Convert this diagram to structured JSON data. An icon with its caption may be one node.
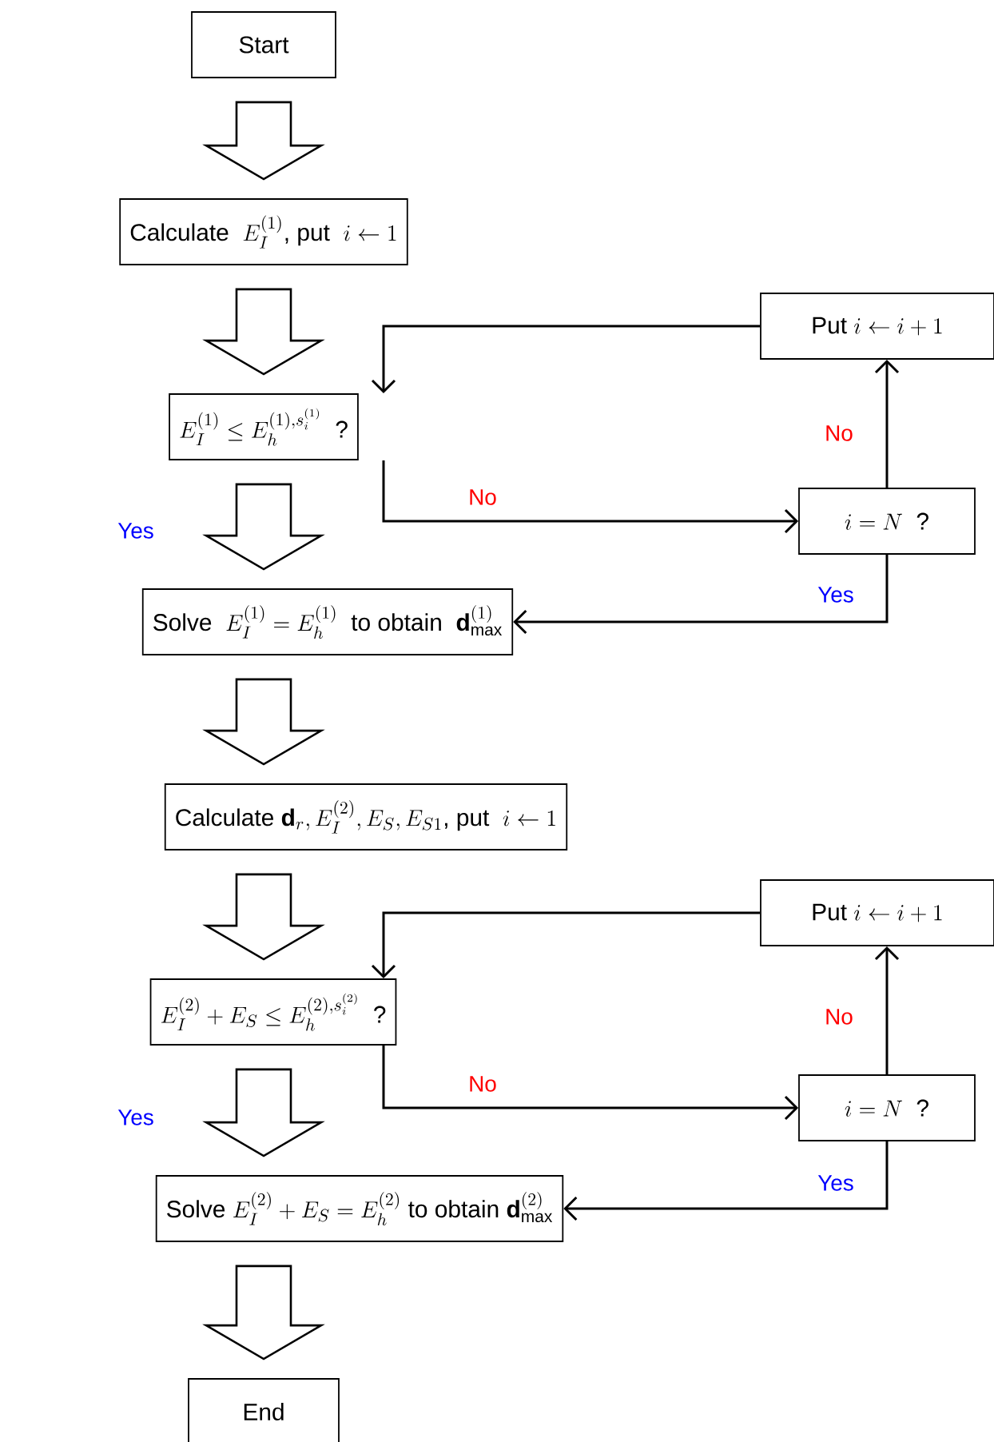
{
  "diagram": {
    "nodes": [
      {
        "text": [
          "Start"
        ]
      },
      {
        "text": [
          "\\text{Calculate }\\ E_I^{(1)}\\text{, put }\\ i\\leftarrow 1"
        ]
      },
      {
        "text": [
          "\\text{Put }i\\leftarrow i+1"
        ]
      },
      {
        "text": [
          "E_I^{(1)}\\le E_h^{(1),s_i^{(1)}}\\ \\text{ ?}"
        ]
      },
      {
        "text": [
          "i=N\\ \\text{ ?}"
        ]
      },
      {
        "text": [
          "\\text{Solve }\\ E_I^{(1)}=E_h^{(1)}\\ \\text{ to obtain }\\ \\mathbf{d}_{\\max}^{(1)}"
        ]
      },
      {
        "text": [
          "\\text{Calculate }\\mathbf{d}_r,E_I^{(2)},E_S,E_{S1}\\text{, put }\\ i\\leftarrow 1"
        ]
      },
      {
        "text": [
          "\\text{Put }i\\leftarrow i+1"
        ]
      },
      {
        "text": [
          "E_I^{(2)}+E_S\\le E_h^{(2),s_i^{(2)}}\\ \\text{ ?}"
        ]
      },
      {
        "text": [
          "i=N\\ \\text{ ?}"
        ]
      },
      {
        "text": [
          "\\text{Solve }E_I^{(2)}+E_S=E_h^{(2)}\\text{ to obtain }\\mathbf{d}_{\\max}^{(2)}"
        ]
      },
      {
        "text": [
          "End"
        ]
      }
    ],
    "edges": [
      {
        "from": 0,
        "to": 1,
        "arrow": "to",
        "style": "thick"
      },
      {
        "from": 1,
        "to": 3,
        "arrow": "to",
        "style": "thick"
      },
      {
        "from": 3,
        "to": 5,
        "arrow": "to",
        "style": "thick",
        "label": "Yes"
      },
      {
        "from": 3,
        "to": 4,
        "arrow": "to",
        "label": "No"
      },
      {
        "from": 4,
        "to": 2,
        "arrow": "to",
        "label": "No"
      },
      {
        "from": 2,
        "to": 3,
        "arrow": "to"
      },
      {
        "from": 4,
        "to": 5,
        "arrow": "to",
        "label": "Yes"
      },
      {
        "from": 5,
        "to": 6,
        "arrow": "to",
        "style": "thick"
      },
      {
        "from": 6,
        "to": 8,
        "arrow": "to",
        "style": "thick"
      },
      {
        "from": 8,
        "to": 10,
        "arrow": "to",
        "style": "thick",
        "label": "Yes"
      },
      {
        "from": 8,
        "to": 9,
        "arrow": "to",
        "label": "No"
      },
      {
        "from": 9,
        "to": 7,
        "arrow": "to",
        "label": "No"
      },
      {
        "from": 7,
        "to": 8,
        "arrow": "to"
      },
      {
        "from": 9,
        "to": 10,
        "arrow": "to",
        "label": "Yes"
      },
      {
        "from": 10,
        "to": 11,
        "arrow": "to",
        "style": "thick"
      }
    ]
  }
}
